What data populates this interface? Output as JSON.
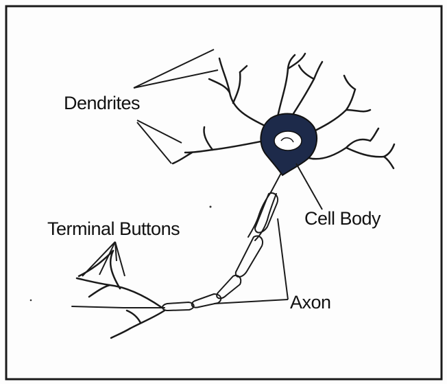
{
  "diagram": {
    "labels": {
      "dendrites": "Dendrites",
      "cell_body": "Cell Body",
      "terminal_buttons": "Terminal Buttons",
      "axon": "Axon"
    },
    "colors": {
      "ink": "#1a1a1a",
      "cell_body_fill": "#1d2a4a",
      "nucleus_fill": "#ffffff",
      "background": "#fdfdfd"
    }
  }
}
